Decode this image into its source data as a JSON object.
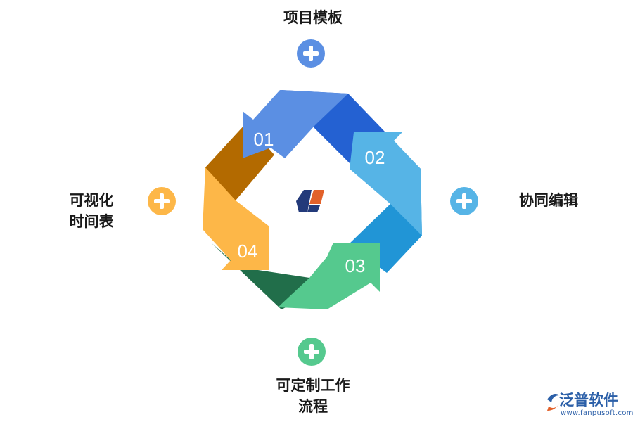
{
  "steps": [
    {
      "number": "01",
      "label": "项目模板",
      "color": "#5b8fe3",
      "shade": "#2461d2"
    },
    {
      "number": "02",
      "label": "协同编辑",
      "color": "#56b4e6",
      "shade": "#2195d6"
    },
    {
      "number": "03",
      "label": "可定制工作流程",
      "color": "#55c98e",
      "shade": "#216e4a"
    },
    {
      "number": "04",
      "label": "可视化时间表",
      "color": "#fdb748",
      "shade": "#b36a00"
    }
  ],
  "labels": {
    "top": "项目模板",
    "left_line1": "可视化",
    "left_line2": "时间表",
    "right": "协同编辑",
    "bottom_line1": "可定制工作",
    "bottom_line2": "流程"
  },
  "brand": {
    "name": "泛普软件",
    "url": "www.fanpusoft.com",
    "colors": {
      "blue": "#2b5fa8",
      "orange": "#e2612a"
    }
  },
  "center_logo": {
    "icon": "fanpu-hexagon-logo-icon",
    "colors": [
      "#233a7a",
      "#e2612a"
    ]
  }
}
